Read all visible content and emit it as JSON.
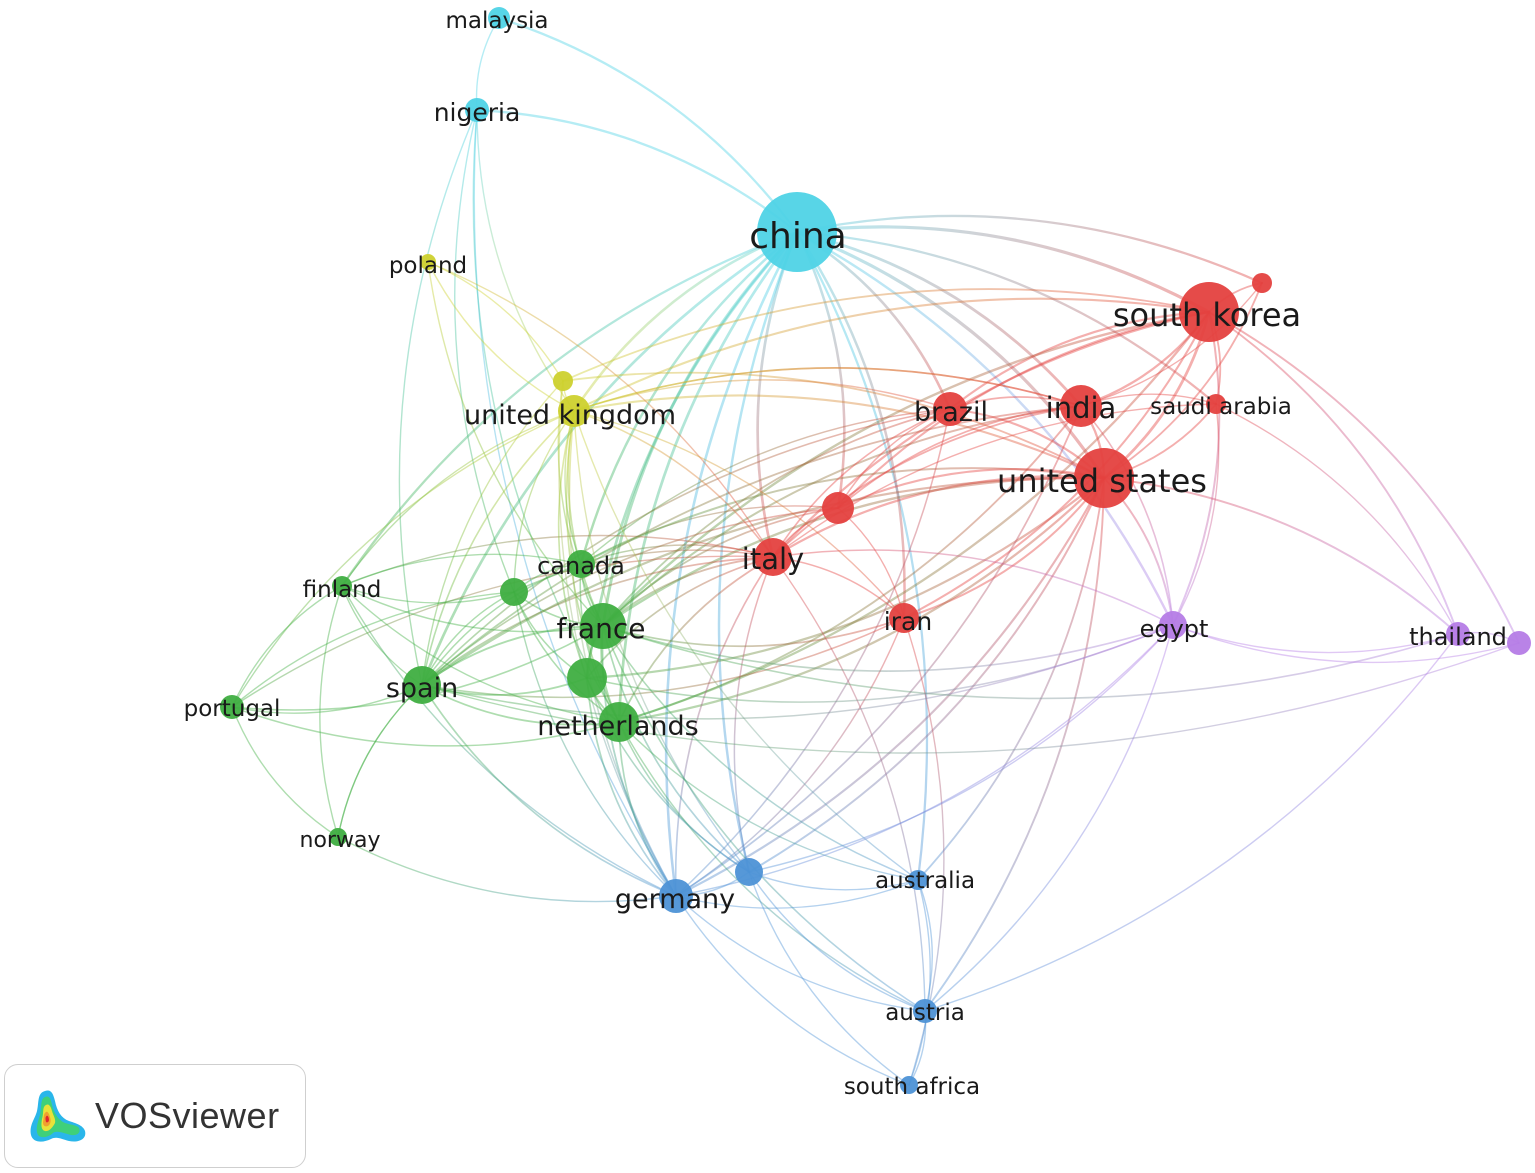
{
  "app": {
    "brand_name": "VOSviewer",
    "logo_icon": "vosviewer-logo-icon"
  },
  "clusters": {
    "red": "#e4413f",
    "green": "#3fae41",
    "blue": "#4d92d6",
    "yellow": "#cdd12e",
    "purple": "#b57ce6",
    "cyan": "#4fd3e6"
  },
  "nodes": [
    {
      "id": "china",
      "label": "china",
      "cluster": "cyan",
      "weight": 40
    },
    {
      "id": "malaysia",
      "label": "malaysia",
      "cluster": "cyan",
      "weight": 11
    },
    {
      "id": "nigeria",
      "label": "nigeria",
      "cluster": "cyan",
      "weight": 12
    },
    {
      "id": "south_korea",
      "label": "south korea",
      "cluster": "red",
      "weight": 30
    },
    {
      "id": "united_states",
      "label": "united states",
      "cluster": "red",
      "weight": 30
    },
    {
      "id": "india",
      "label": "india",
      "cluster": "red",
      "weight": 21
    },
    {
      "id": "brazil",
      "label": "brazil",
      "cluster": "red",
      "weight": 17
    },
    {
      "id": "saudi_arabia",
      "label": "saudi arabia",
      "cluster": "red",
      "weight": 10
    },
    {
      "id": "italy",
      "label": "italy",
      "cluster": "red",
      "weight": 19
    },
    {
      "id": "iran",
      "label": "iran",
      "cluster": "red",
      "weight": 15
    },
    {
      "id": "red_unlabeled_1",
      "label": "",
      "cluster": "red",
      "weight": 16
    },
    {
      "id": "red_unlabeled_2",
      "label": "",
      "cluster": "red",
      "weight": 10
    },
    {
      "id": "poland",
      "label": "poland",
      "cluster": "yellow",
      "weight": 8
    },
    {
      "id": "united_kingdom",
      "label": "united kingdom",
      "cluster": "yellow",
      "weight": 16
    },
    {
      "id": "yellow_unlabeled",
      "label": "",
      "cluster": "yellow",
      "weight": 10
    },
    {
      "id": "canada",
      "label": "canada",
      "cluster": "green",
      "weight": 14
    },
    {
      "id": "finland",
      "label": "finland",
      "cluster": "green",
      "weight": 10
    },
    {
      "id": "france",
      "label": "france",
      "cluster": "green",
      "weight": 23
    },
    {
      "id": "spain",
      "label": "spain",
      "cluster": "green",
      "weight": 19
    },
    {
      "id": "portugal",
      "label": "portugal",
      "cluster": "green",
      "weight": 12
    },
    {
      "id": "netherlands",
      "label": "netherlands",
      "cluster": "green",
      "weight": 20
    },
    {
      "id": "norway",
      "label": "norway",
      "cluster": "green",
      "weight": 9
    },
    {
      "id": "green_unlabeled_1",
      "label": "",
      "cluster": "green",
      "weight": 14
    },
    {
      "id": "green_unlabeled_2",
      "label": "",
      "cluster": "green",
      "weight": 20
    },
    {
      "id": "germany",
      "label": "germany",
      "cluster": "blue",
      "weight": 17
    },
    {
      "id": "australia",
      "label": "australia",
      "cluster": "blue",
      "weight": 10
    },
    {
      "id": "austria",
      "label": "austria",
      "cluster": "blue",
      "weight": 12
    },
    {
      "id": "south_africa",
      "label": "south africa",
      "cluster": "blue",
      "weight": 9
    },
    {
      "id": "blue_unlabeled",
      "label": "",
      "cluster": "blue",
      "weight": 14
    },
    {
      "id": "egypt",
      "label": "egypt",
      "cluster": "purple",
      "weight": 14
    },
    {
      "id": "thailand",
      "label": "thailand",
      "cluster": "purple",
      "weight": 12
    },
    {
      "id": "purple_unlabeled",
      "label": "",
      "cluster": "purple",
      "weight": 12
    }
  ],
  "links": [
    [
      "malaysia",
      "nigeria"
    ],
    [
      "malaysia",
      "china"
    ],
    [
      "nigeria",
      "china"
    ],
    [
      "nigeria",
      "united_kingdom"
    ],
    [
      "nigeria",
      "germany"
    ],
    [
      "nigeria",
      "spain"
    ],
    [
      "nigeria",
      "green_unlabeled_1"
    ],
    [
      "nigeria",
      "netherlands"
    ],
    [
      "china",
      "south_korea"
    ],
    [
      "china",
      "united_states"
    ],
    [
      "china",
      "india"
    ],
    [
      "china",
      "brazil"
    ],
    [
      "china",
      "italy"
    ],
    [
      "china",
      "france"
    ],
    [
      "china",
      "germany"
    ],
    [
      "china",
      "blue_unlabeled"
    ],
    [
      "china",
      "egypt"
    ],
    [
      "china",
      "saudi_arabia"
    ],
    [
      "china",
      "red_unlabeled_2"
    ],
    [
      "china",
      "australia"
    ],
    [
      "china",
      "netherlands"
    ],
    [
      "china",
      "united_kingdom"
    ],
    [
      "china",
      "green_unlabeled_2"
    ],
    [
      "china",
      "iran"
    ],
    [
      "china",
      "spain"
    ],
    [
      "china",
      "finland"
    ],
    [
      "china",
      "red_unlabeled_1"
    ],
    [
      "china",
      "canada"
    ],
    [
      "south_korea",
      "united_states"
    ],
    [
      "south_korea",
      "india"
    ],
    [
      "south_korea",
      "saudi_arabia"
    ],
    [
      "south_korea",
      "brazil"
    ],
    [
      "south_korea",
      "red_unlabeled_2"
    ],
    [
      "south_korea",
      "italy"
    ],
    [
      "south_korea",
      "red_unlabeled_1"
    ],
    [
      "south_korea",
      "egypt"
    ],
    [
      "south_korea",
      "thailand"
    ],
    [
      "south_korea",
      "united_kingdom"
    ],
    [
      "south_korea",
      "france"
    ],
    [
      "south_korea",
      "iran"
    ],
    [
      "south_korea",
      "netherlands"
    ],
    [
      "united_states",
      "india"
    ],
    [
      "united_states",
      "brazil"
    ],
    [
      "united_states",
      "saudi_arabia"
    ],
    [
      "united_states",
      "italy"
    ],
    [
      "united_states",
      "red_unlabeled_1"
    ],
    [
      "united_states",
      "iran"
    ],
    [
      "united_states",
      "egypt"
    ],
    [
      "united_states",
      "thailand"
    ],
    [
      "united_states",
      "france"
    ],
    [
      "united_states",
      "netherlands"
    ],
    [
      "united_states",
      "spain"
    ],
    [
      "united_states",
      "germany"
    ],
    [
      "united_states",
      "united_kingdom"
    ],
    [
      "united_states",
      "canada"
    ],
    [
      "united_states",
      "austria"
    ],
    [
      "united_states",
      "australia"
    ],
    [
      "united_states",
      "blue_unlabeled"
    ],
    [
      "united_states",
      "red_unlabeled_2"
    ],
    [
      "united_states",
      "green_unlabeled_2"
    ],
    [
      "india",
      "brazil"
    ],
    [
      "india",
      "saudi_arabia"
    ],
    [
      "india",
      "italy"
    ],
    [
      "india",
      "red_unlabeled_1"
    ],
    [
      "india",
      "egypt"
    ],
    [
      "india",
      "france"
    ],
    [
      "india",
      "germany"
    ],
    [
      "india",
      "united_kingdom"
    ],
    [
      "india",
      "red_unlabeled_2"
    ],
    [
      "india",
      "spain"
    ],
    [
      "india",
      "netherlands"
    ],
    [
      "brazil",
      "italy"
    ],
    [
      "brazil",
      "red_unlabeled_1"
    ],
    [
      "brazil",
      "france"
    ],
    [
      "brazil",
      "spain"
    ],
    [
      "brazil",
      "united_kingdom"
    ],
    [
      "brazil",
      "canada"
    ],
    [
      "brazil",
      "germany"
    ],
    [
      "saudi_arabia",
      "egypt"
    ],
    [
      "saudi_arabia",
      "thailand"
    ],
    [
      "saudi_arabia",
      "italy"
    ],
    [
      "italy",
      "iran"
    ],
    [
      "italy",
      "red_unlabeled_1"
    ],
    [
      "italy",
      "france"
    ],
    [
      "italy",
      "spain"
    ],
    [
      "italy",
      "netherlands"
    ],
    [
      "italy",
      "germany"
    ],
    [
      "italy",
      "united_kingdom"
    ],
    [
      "italy",
      "canada"
    ],
    [
      "italy",
      "egypt"
    ],
    [
      "italy",
      "blue_unlabeled"
    ],
    [
      "italy",
      "austria"
    ],
    [
      "italy",
      "portugal"
    ],
    [
      "italy",
      "finland"
    ],
    [
      "italy",
      "green_unlabeled_1"
    ],
    [
      "italy",
      "green_unlabeled_2"
    ],
    [
      "iran",
      "red_unlabeled_1"
    ],
    [
      "iran",
      "france"
    ],
    [
      "iran",
      "germany"
    ],
    [
      "iran",
      "south_africa"
    ],
    [
      "iran",
      "spain"
    ],
    [
      "red_unlabeled_1",
      "france"
    ],
    [
      "red_unlabeled_1",
      "spain"
    ],
    [
      "red_unlabeled_1",
      "canada"
    ],
    [
      "poland",
      "united_kingdom"
    ],
    [
      "poland",
      "yellow_unlabeled"
    ],
    [
      "poland",
      "france"
    ],
    [
      "poland",
      "italy"
    ],
    [
      "yellow_unlabeled",
      "united_kingdom"
    ],
    [
      "yellow_unlabeled",
      "south_korea"
    ],
    [
      "yellow_unlabeled",
      "united_states"
    ],
    [
      "yellow_unlabeled",
      "france"
    ],
    [
      "yellow_unlabeled",
      "spain"
    ],
    [
      "yellow_unlabeled",
      "germany"
    ],
    [
      "united_kingdom",
      "france"
    ],
    [
      "united_kingdom",
      "spain"
    ],
    [
      "united_kingdom",
      "netherlands"
    ],
    [
      "united_kingdom",
      "germany"
    ],
    [
      "united_kingdom",
      "canada"
    ],
    [
      "united_kingdom",
      "finland"
    ],
    [
      "united_kingdom",
      "portugal"
    ],
    [
      "united_kingdom",
      "green_unlabeled_1"
    ],
    [
      "united_kingdom",
      "green_unlabeled_2"
    ],
    [
      "united_kingdom",
      "australia"
    ],
    [
      "united_kingdom",
      "blue_unlabeled"
    ],
    [
      "united_kingdom",
      "iran"
    ],
    [
      "united_kingdom",
      "india"
    ],
    [
      "canada",
      "france"
    ],
    [
      "canada",
      "green_unlabeled_1"
    ],
    [
      "canada",
      "spain"
    ],
    [
      "canada",
      "finland"
    ],
    [
      "canada",
      "netherlands"
    ],
    [
      "finland",
      "spain"
    ],
    [
      "finland",
      "portugal"
    ],
    [
      "finland",
      "france"
    ],
    [
      "finland",
      "norway"
    ],
    [
      "finland",
      "green_unlabeled_1"
    ],
    [
      "finland",
      "netherlands"
    ],
    [
      "finland",
      "germany"
    ],
    [
      "spain",
      "portugal"
    ],
    [
      "spain",
      "france"
    ],
    [
      "spain",
      "netherlands"
    ],
    [
      "spain",
      "norway"
    ],
    [
      "spain",
      "green_unlabeled_1"
    ],
    [
      "spain",
      "green_unlabeled_2"
    ],
    [
      "spain",
      "germany"
    ],
    [
      "spain",
      "egypt"
    ],
    [
      "portugal",
      "france"
    ],
    [
      "portugal",
      "green_unlabeled_1"
    ],
    [
      "portugal",
      "netherlands"
    ],
    [
      "portugal",
      "norway"
    ],
    [
      "france",
      "netherlands"
    ],
    [
      "france",
      "green_unlabeled_1"
    ],
    [
      "france",
      "green_unlabeled_2"
    ],
    [
      "france",
      "germany"
    ],
    [
      "france",
      "blue_unlabeled"
    ],
    [
      "france",
      "austria"
    ],
    [
      "france",
      "egypt"
    ],
    [
      "france",
      "thailand"
    ],
    [
      "france",
      "australia"
    ],
    [
      "netherlands",
      "green_unlabeled_2"
    ],
    [
      "netherlands",
      "germany"
    ],
    [
      "netherlands",
      "blue_unlabeled"
    ],
    [
      "netherlands",
      "austria"
    ],
    [
      "netherlands",
      "australia"
    ],
    [
      "netherlands",
      "green_unlabeled_1"
    ],
    [
      "norway",
      "germany"
    ],
    [
      "norway",
      "spain"
    ],
    [
      "green_unlabeled_1",
      "green_unlabeled_2"
    ],
    [
      "green_unlabeled_1",
      "germany"
    ],
    [
      "green_unlabeled_2",
      "germany"
    ],
    [
      "green_unlabeled_2",
      "blue_unlabeled"
    ],
    [
      "green_unlabeled_2",
      "egypt"
    ],
    [
      "germany",
      "blue_unlabeled"
    ],
    [
      "germany",
      "austria"
    ],
    [
      "germany",
      "australia"
    ],
    [
      "germany",
      "south_africa"
    ],
    [
      "germany",
      "egypt"
    ],
    [
      "blue_unlabeled",
      "austria"
    ],
    [
      "blue_unlabeled",
      "australia"
    ],
    [
      "blue_unlabeled",
      "egypt"
    ],
    [
      "blue_unlabeled",
      "south_africa"
    ],
    [
      "australia",
      "austria"
    ],
    [
      "australia",
      "south_africa"
    ],
    [
      "austria",
      "south_africa"
    ],
    [
      "austria",
      "thailand"
    ],
    [
      "austria",
      "egypt"
    ],
    [
      "egypt",
      "thailand"
    ],
    [
      "egypt",
      "purple_unlabeled"
    ],
    [
      "thailand",
      "purple_unlabeled"
    ],
    [
      "purple_unlabeled",
      "south_korea"
    ],
    [
      "purple_unlabeled",
      "spain"
    ]
  ]
}
